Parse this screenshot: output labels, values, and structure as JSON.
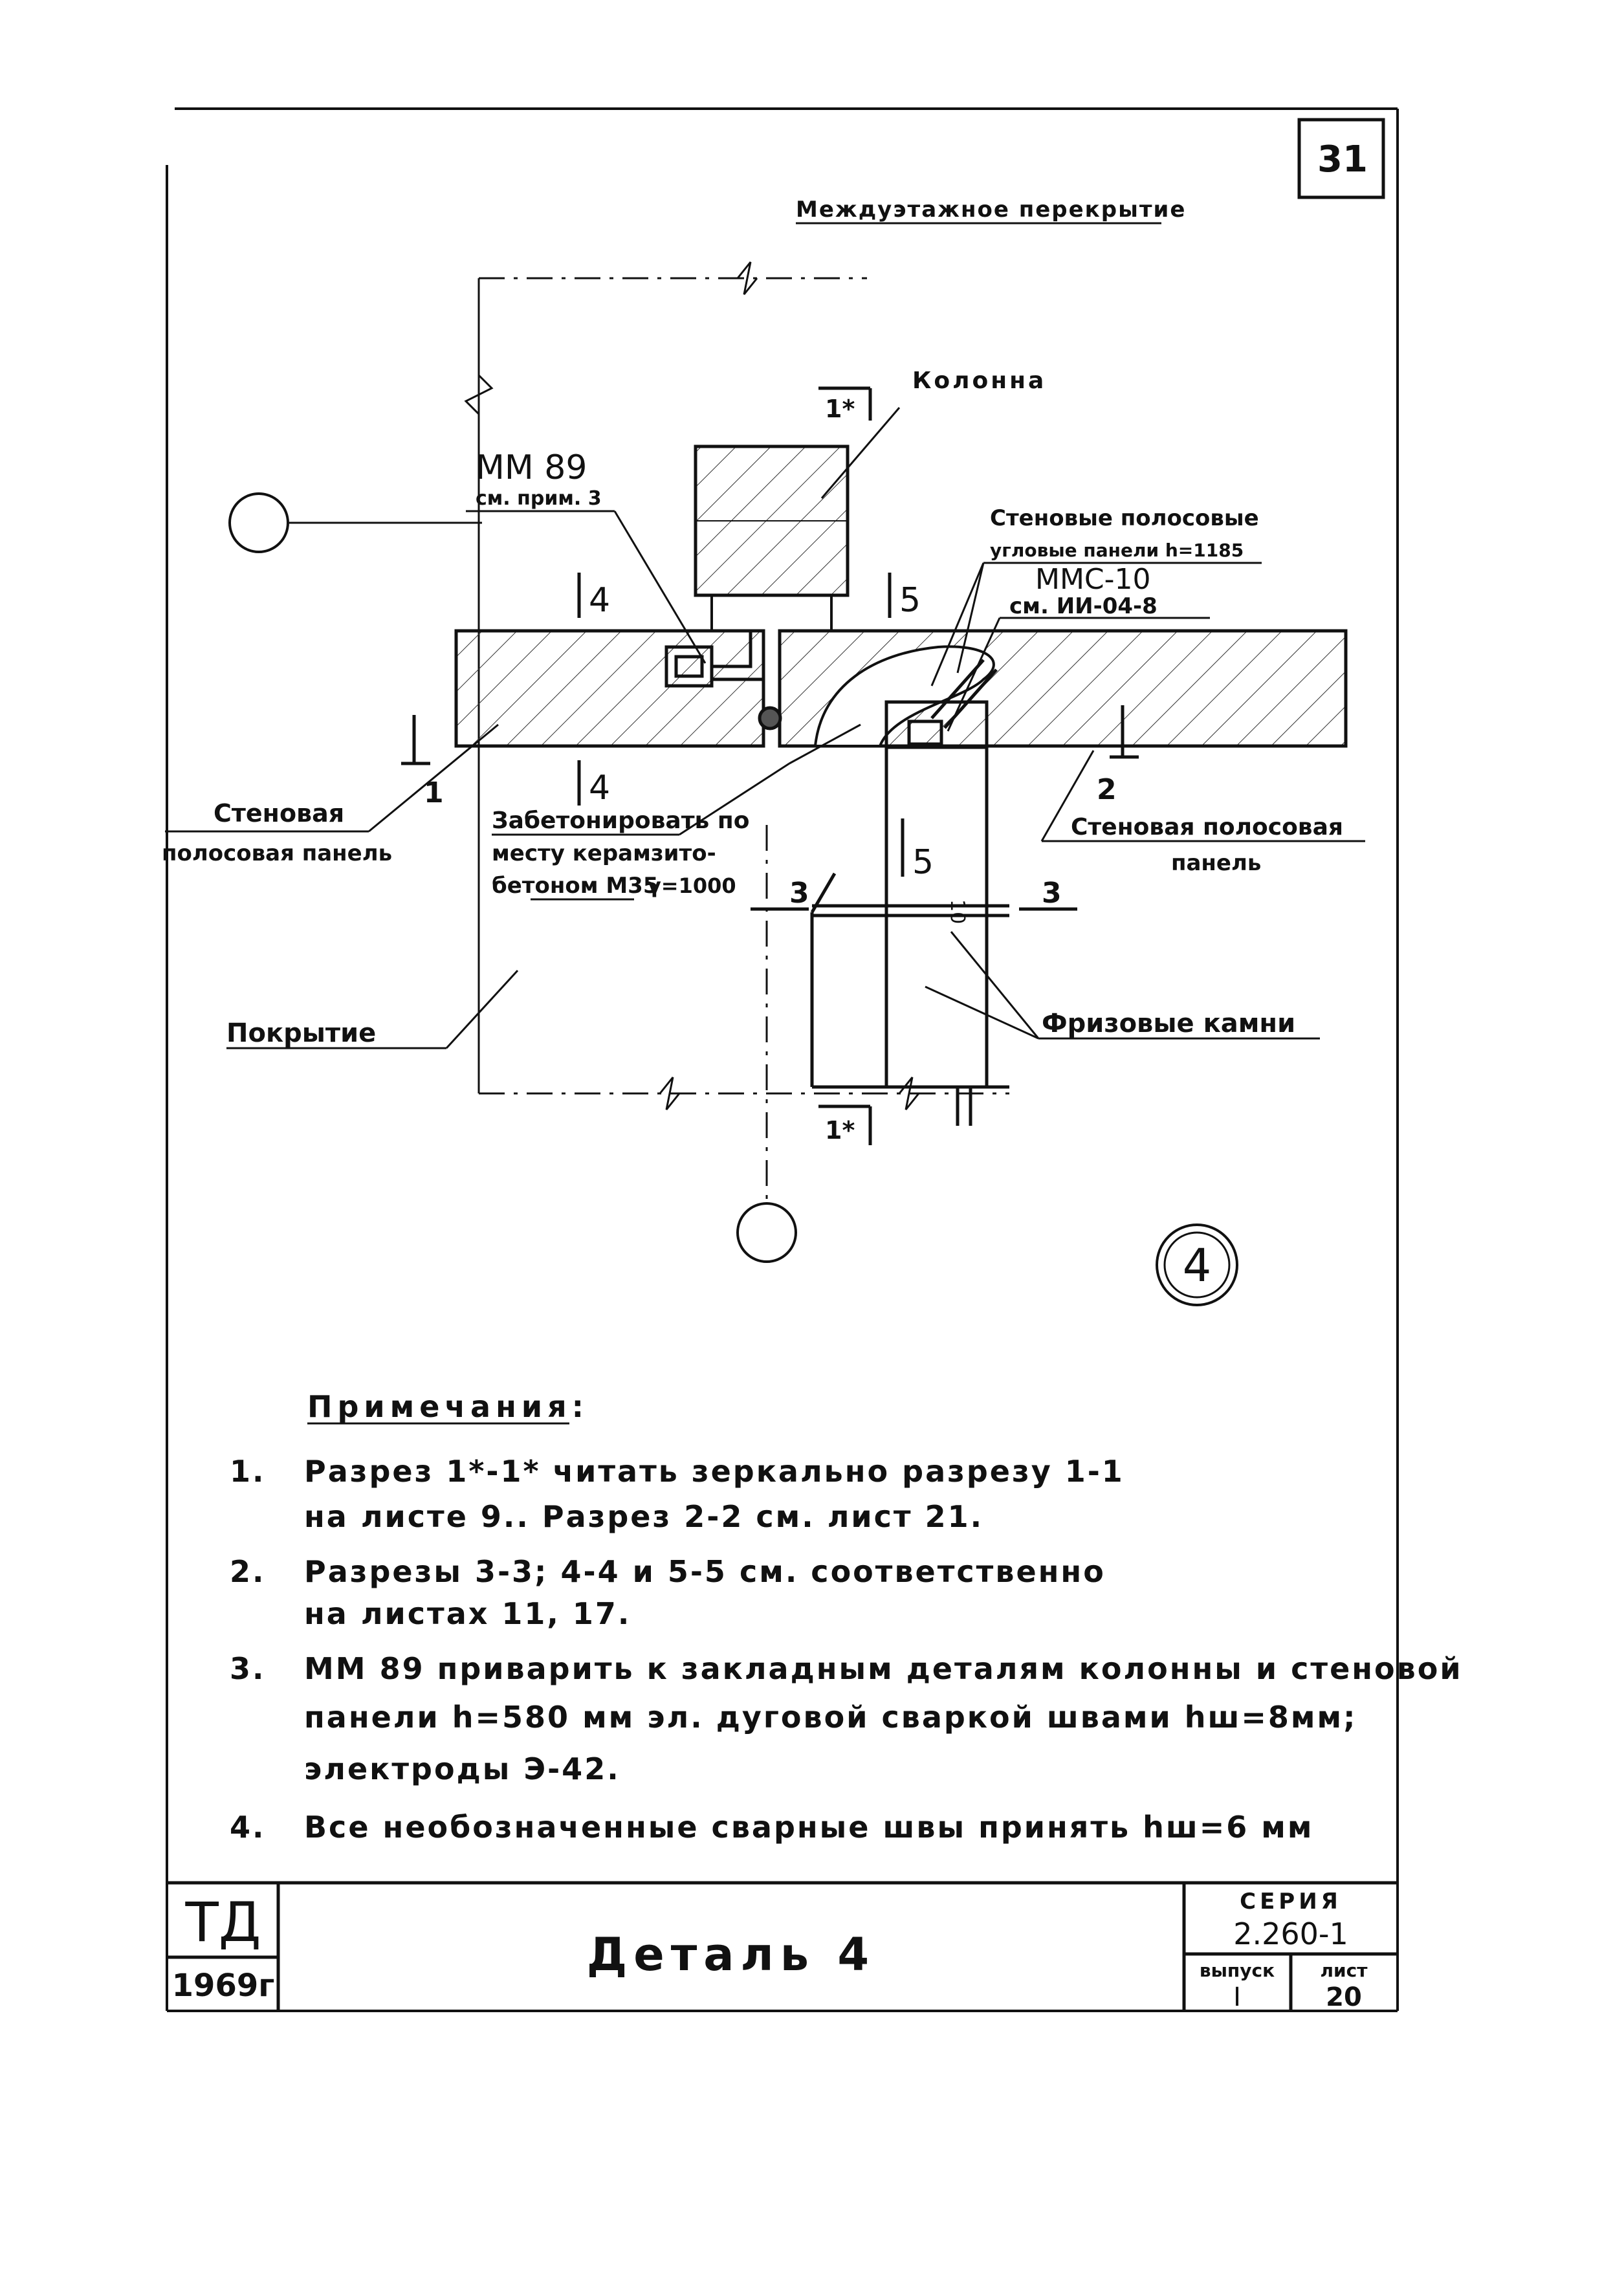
{
  "sheet_number": "31",
  "title_top": "Междуэтажное перекрытие",
  "labels": {
    "column": "Колонна",
    "mm89": "ММ 89",
    "mm89_ref": "см. прим. 3",
    "wall_strip_corner_1": "Стеновые полосовые",
    "wall_strip_corner_2": "угловые панели h=1185",
    "mmc10": "ММС-10",
    "mmc10_ref": "см. ИИ-04-8",
    "wall_panel_left_1": "Стеновая",
    "wall_panel_left_2": "полосовая панель",
    "concrete_1": "Забетонировать по",
    "concrete_2": "месту керамзито-",
    "concrete_3": "бетоном М35",
    "concrete_gamma": "γ=1000",
    "wall_panel_right_1": "Стеновая полосовая",
    "wall_panel_right_2": "панель",
    "roof": "Покрытие",
    "frieze": "Фризовые камни",
    "section_1star": "1*",
    "section_1": "1",
    "section_2": "2",
    "section_3": "3",
    "section_4": "4",
    "section_5": "5",
    "dim_10": "10",
    "detail_number": "4"
  },
  "notes": {
    "heading": "Примечания:",
    "items": [
      {
        "num": "1.",
        "lines": [
          "Разрез 1*-1* читать зеркально разрезу 1-1",
          "на листе 9.. Разрез 2-2 см. лист 21."
        ]
      },
      {
        "num": "2.",
        "lines": [
          "Разрезы 3-3; 4-4 и 5-5 см. соответственно",
          "на листах 11, 17."
        ]
      },
      {
        "num": "3.",
        "lines": [
          "ММ 89 приварить к закладным деталям колонны и стеновой",
          "панели h=580 мм эл. дуговой сваркой швами hш=8мм;",
          "электроды Э-42."
        ]
      },
      {
        "num": "4.",
        "lines": [
          "Все необозначенные сварные швы принять hш=6 мм"
        ]
      }
    ]
  },
  "title_block": {
    "org": "ТД",
    "year": "1969г",
    "title": "Деталь 4",
    "series_label": "СЕРИЯ",
    "series_value": "2.260-1",
    "issue_label": "выпуск",
    "issue_value": "I",
    "sheet_label": "лист",
    "sheet_value": "20"
  }
}
